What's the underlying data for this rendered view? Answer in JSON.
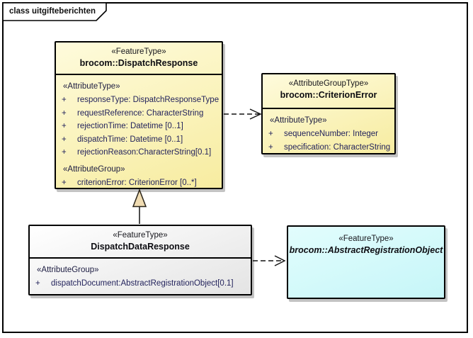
{
  "frame": {
    "title": "class uitgifteberichten"
  },
  "symbols": {
    "plus": "+"
  },
  "colors": {
    "box_yellow": "#F8EDA2",
    "box_gray": "#E4E4E4",
    "box_cyan": "#C6F6F8",
    "triangle_fill": "#F0DCB2",
    "attribute_text": "#23235C",
    "border": "#000000"
  },
  "dispatch_response": {
    "stereotype": "«FeatureType»",
    "name": "brocom::DispatchResponse",
    "attr_header": "«AttributeType»",
    "attributes": [
      "responseType: DispatchResponseType",
      "requestReference: CharacterString",
      "rejectionTime: Datetime [0..1]",
      "dispatchTime: Datetime [0..1]",
      "rejectionReason:CharacterString[0.1]"
    ],
    "group_header": "«AttributeGroup»",
    "group_attributes": [
      "criterionError: CriterionError [0..*]"
    ]
  },
  "criterion_error": {
    "stereotype": "«AttributeGroupType»",
    "name": "brocom::CriterionError",
    "attr_header": "«AttributeType»",
    "attributes": [
      "sequenceNumber: Integer",
      "specification: CharacterString"
    ]
  },
  "dispatch_data_response": {
    "stereotype": "«FeatureType»",
    "name": "DispatchDataResponse",
    "group_header": "«AttributeGroup»",
    "group_attributes": [
      "dispatchDocument:AbstractRegistrationObject[0.1]"
    ]
  },
  "abstract_registration_object": {
    "stereotype": "«FeatureType»",
    "name": "brocom::AbstractRegistrationObject"
  }
}
